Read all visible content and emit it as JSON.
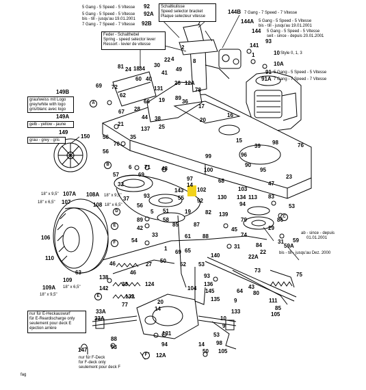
{
  "header_labels": {
    "gear_92_line1": "5 Gang - 5 Speed - 5 Vitesse",
    "gear_92_num": "92",
    "gear_92a_line1": "5 Gang - 5 Speed - 5 Vitesse",
    "gear_92a_line2": "bis - till - jusqu'au 19.01.2001",
    "gear_92a_num": "92A",
    "gear_92b_line1": "7 Gang - 7 Speed - 7 Vitesse",
    "gear_92b_num": "92B"
  },
  "callout_boxes": {
    "schaltkulisse": [
      "Schaltkulisse",
      "Speed selector bracket",
      "Plaque selecteur vitesse"
    ],
    "feder": [
      "Feder - Schalthebel",
      "Spring - speed selector lever",
      "Ressort - levier de vitesse"
    ],
    "box_149b": [
      "grau/weiss mit Logo",
      "grey/white with logo",
      "gris/blanc avec logo"
    ],
    "box_149a": [
      "gelb - yellow - jaune"
    ],
    "box_149": [
      "grau - grey - gris"
    ],
    "box_e": [
      "nur für E-Heckauswurf",
      "für E-Reardischarge only",
      "seulement pour deck E",
      "éjection arrière"
    ],
    "box_f": [
      "nur für F-Deck",
      "for F-deck only",
      "seulement pour deck F"
    ]
  },
  "right_labels": {
    "r144b_num": "144B",
    "r144b_text": "7 Gang - 7 Speed - 7 Vitesse",
    "r144a_num": "144A",
    "r144a_line1": "5 Gang - 5 Speed - 5 Vitesse",
    "r144a_line2": "bis - till - jusqu'au 19.01.2001",
    "r144_num": "144",
    "r144_line1": "5 Gang - 5 Speed - 5 Vitesse",
    "r144_line2": "seit - since - depuis 20.01.2001",
    "r91_num": "91",
    "r91_text": "5 Gang - 5 Speed - 5 Vitesse",
    "r91a_num": "91A",
    "r91a_text": "7 Gang - 7 Speed - 7 Vitesse",
    "style_text": "Style 0, 1, 3",
    "since_line1": "ab - since - depuis",
    "since_line2": "01.01.2001",
    "till_text": "bis - till - jusqu'au Dez. 2000"
  },
  "tire_labels": {
    "t107a_size": "18\" x 9,5\"",
    "t107a_num": "107A",
    "t107_size": "18\" x 6,5\"",
    "t107_num": "107",
    "t108a_num": "108A",
    "t108a_size": "18\" x 9,5\"",
    "t108_num": "108",
    "t108_size": "18\" x 6,5\"",
    "t109a_num": "109A",
    "t109a_size": "18\" x 9,5\"",
    "t109_num": "109",
    "t109_size": "18\" x 6,5\""
  },
  "circled_letters": [
    "A",
    "B",
    "C",
    "D",
    "E",
    "F"
  ],
  "footer_code": "fag",
  "part_numbers": {
    "p1": "1",
    "p2": "2",
    "p4": "4",
    "p5": "5",
    "p6": "6",
    "p8": "8",
    "p9": "9",
    "p10": "10",
    "p10a": "10A",
    "p12a": "12A",
    "p14": "14",
    "p15": "15",
    "p16": "16",
    "p17": "17",
    "p18": "18",
    "p19": "19",
    "p20": "20",
    "p21": "21",
    "p22": "22",
    "p22a": "22A",
    "p23": "23",
    "p24": "24",
    "p25": "25",
    "p26": "26",
    "p27": "27",
    "p28": "28",
    "p29": "29",
    "p30": "30",
    "p31": "31",
    "p32": "32",
    "p33": "33",
    "p33a": "33A",
    "p34": "34",
    "p35": "35",
    "p36": "36",
    "p37": "37",
    "p38": "38",
    "p39": "39",
    "p40": "40",
    "p41": "41",
    "p42": "42",
    "p43": "43",
    "p44": "44",
    "p45": "45",
    "p46": "46",
    "p47": "47",
    "p48": "48",
    "p49": "49",
    "p50": "50",
    "p51": "51",
    "p52": "52",
    "p53": "53",
    "p54": "54",
    "p55": "55",
    "p56": "56",
    "p57": "57",
    "p58": "58",
    "p59": "59",
    "p59a": "59A",
    "p60": "60",
    "p61": "61",
    "p62": "62",
    "p63": "63",
    "p64": "64",
    "p65": "65",
    "p66": "66",
    "p67": "67",
    "p68": "68",
    "p69": "69",
    "p70": "70",
    "p71": "71",
    "p72": "72",
    "p73": "73",
    "p74": "74",
    "p75": "75",
    "p76": "76",
    "p77": "77",
    "p78": "78",
    "p79": "79",
    "p80": "80",
    "p81": "81",
    "p82": "82",
    "p83": "83",
    "p84": "84",
    "p85": "85",
    "p86": "86",
    "p87": "87",
    "p88": "88",
    "p89": "89",
    "p90": "90",
    "p93": "93",
    "p94": "94",
    "p95": "95",
    "p96": "96",
    "p97": "97",
    "p98": "98",
    "p99": "99",
    "p100": "100",
    "p102": "102",
    "p103": "103",
    "p104": "104",
    "p105": "105",
    "p106": "106",
    "p110": "110",
    "p111": "111",
    "p113": "113",
    "p124": "124",
    "p130": "130",
    "p131": "131",
    "p132": "132",
    "p133": "133",
    "p134": "134",
    "p135": "135",
    "p136": "136",
    "p137": "137",
    "p138": "138",
    "p139": "139",
    "p140": "140",
    "p141": "141",
    "p142": "142",
    "p143": "143",
    "p145": "145",
    "p147": "147",
    "p149b": "149B",
    "p149a": "149A",
    "p149": "149",
    "p150": "150"
  },
  "colors": {
    "ink": "#000000",
    "paper": "#ffffff",
    "highlight": "#f2d21b"
  }
}
